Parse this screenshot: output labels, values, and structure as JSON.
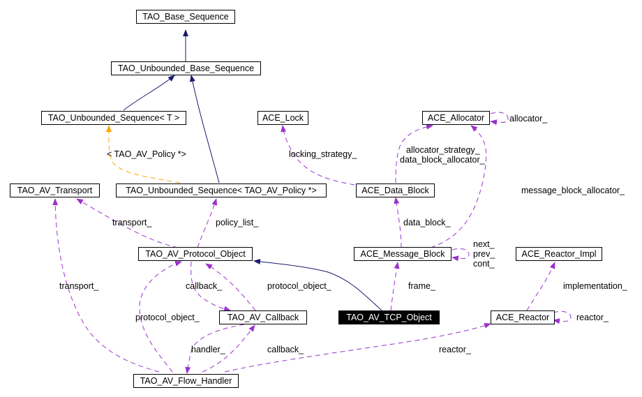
{
  "title": "TAO_AV_TCP_Object collaboration graph",
  "colors": {
    "inheritance": "#191970",
    "usage": "#9a32cd",
    "template": "#ffa500",
    "node_border": "#000000",
    "focus_fill": "#000000",
    "focus_text": "#ffffff"
  },
  "nodes": {
    "tao_base_sequence": "TAO_Base_Sequence",
    "tao_unbounded_base_sequence": "TAO_Unbounded_Base_Sequence",
    "tao_unbounded_sequence_t": "TAO_Unbounded_Sequence< T >",
    "ace_lock": "ACE_Lock",
    "ace_allocator": "ACE_Allocator",
    "tao_av_transport": "TAO_AV_Transport",
    "tao_unbounded_sequence_policy": "TAO_Unbounded_Sequence< TAO_AV_Policy *>",
    "ace_data_block": "ACE_Data_Block",
    "tao_av_protocol_object": "TAO_AV_Protocol_Object",
    "ace_message_block": "ACE_Message_Block",
    "ace_reactor_impl": "ACE_Reactor_Impl",
    "tao_av_callback": "TAO_AV_Callback",
    "tao_av_tcp_object": "TAO_AV_TCP_Object",
    "ace_reactor": "ACE_Reactor",
    "tao_av_flow_handler": "TAO_AV_Flow_Handler"
  },
  "edge_labels": {
    "allocator_self": "allocator_",
    "template_arg": "< TAO_AV_Policy *>",
    "locking_strategy": "locking_strategy_",
    "allocator_strategy": "allocator_strategy_",
    "data_block_allocator": "data_block_allocator_",
    "message_block_allocator": "message_block_allocator_",
    "transport_proto": "transport_",
    "policy_list": "policy_list_",
    "data_block": "data_block_",
    "next": "next_",
    "prev": "prev_",
    "cont": "cont_",
    "transport_flow": "transport_",
    "callback_proto": "callback_",
    "protocol_object_cb": "protocol_object_",
    "implementation": "implementation_",
    "frame": "frame_",
    "protocol_object_flow": "protocol_object_",
    "reactor_self": "reactor_",
    "handler": "handler_",
    "callback_flow": "callback_",
    "reactor_flow": "reactor_"
  }
}
